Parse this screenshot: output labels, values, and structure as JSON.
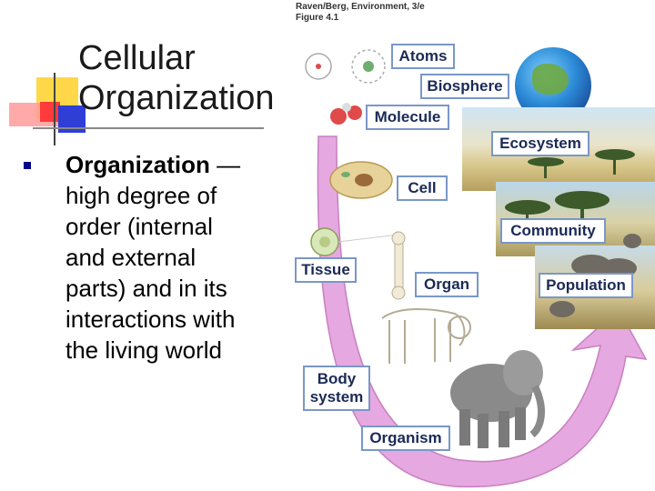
{
  "slide": {
    "title_line1": "Cellular",
    "title_line2": "Organization",
    "bullet_bold": "Organization",
    "bullet_rest": "—high degree of order (internal and external parts) and in its interactions with the living world"
  },
  "figure": {
    "credit_line1": "Raven/Berg, Environment, 3/e",
    "credit_line2": "Figure 4.1",
    "labels": {
      "atoms": "Atoms",
      "biosphere": "Biosphere",
      "molecule": "Molecule",
      "ecosystem": "Ecosystem",
      "cell": "Cell",
      "community": "Community",
      "tissue": "Tissue",
      "organ": "Organ",
      "population": "Population",
      "body_system_1": "Body",
      "body_system_2": "system",
      "organism": "Organism"
    },
    "colors": {
      "arrow": "#e6a8e0",
      "label_border": "#7a97c8",
      "label_text": "#1b2a56",
      "deco_yellow": "#ffd84a",
      "deco_red": "#ff3b3b",
      "deco_blue": "#2f3fd6"
    }
  }
}
